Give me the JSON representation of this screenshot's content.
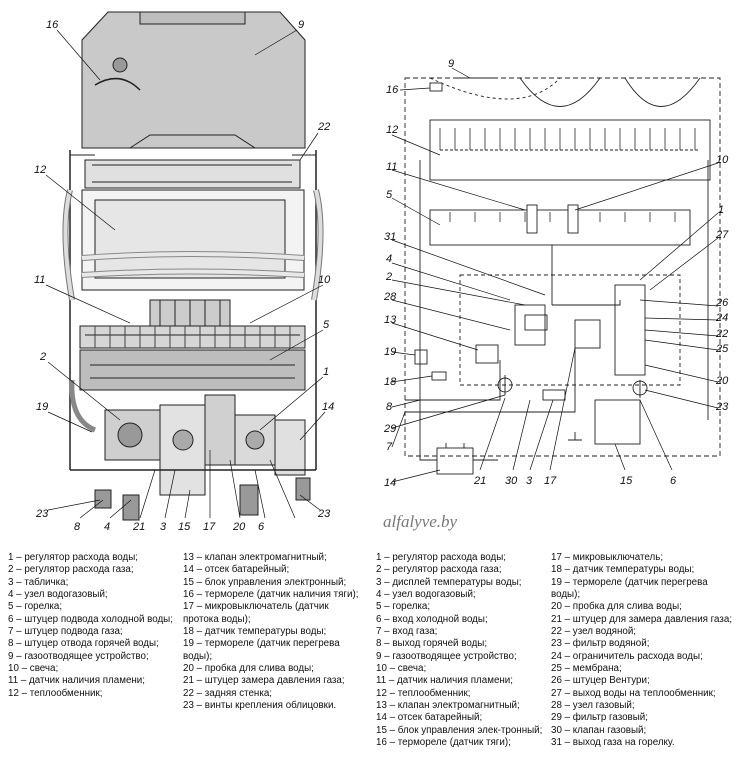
{
  "watermark": "alfalyve.by",
  "left_callouts": [
    "16",
    "9",
    "22",
    "12",
    "11",
    "10",
    "5",
    "2",
    "1",
    "19",
    "14",
    "23",
    "8",
    "4",
    "21",
    "3",
    "15",
    "17",
    "20",
    "6",
    "23"
  ],
  "right_callouts": [
    "9",
    "16",
    "12",
    "11",
    "10",
    "5",
    "1",
    "27",
    "31",
    "4",
    "2",
    "28",
    "26",
    "24",
    "13",
    "22",
    "19",
    "25",
    "18",
    "8",
    "20",
    "23",
    "7",
    "29",
    "14",
    "21",
    "30",
    "3",
    "17",
    "15",
    "6"
  ],
  "left_legend": {
    "col1": [
      "1 – регулятор расхода воды;",
      "2 – регулятор расхода газа;",
      "3 – табличка;",
      "4 – узел водогазовый;",
      "5 – горелка;",
      "6 – штуцер подвода холодной воды;",
      "7 – штуцер подвода газа;",
      "8 – штуцер отвода горячей воды;",
      "9 – газоотводящее устройство;",
      "10 – свеча;",
      "11 – датчик наличия пламени;",
      "12 – теплообменник;"
    ],
    "col2": [
      "13 – клапан электромагнитный;",
      "14 – отсек батарейный;",
      "15 – блок управления электронный;",
      "16 – термореле (датчик наличия тяги);",
      "17 – микровыключатель (датчик протока воды);",
      "18 – датчик температуры воды;",
      "19 – термореле (датчик перегрева воды);",
      "20 – пробка для слива воды;",
      "21 – штуцер замера давления газа;",
      "22 – задняя стенка;",
      "23 – винты крепления облицовки."
    ]
  },
  "right_legend": {
    "col3": [
      "1 – регулятор расхода воды;",
      "2 – регулятор расхода газа;",
      "3 – дисплей температуры воды;",
      "4 – узел водогазовый;",
      "5 – горелка;",
      "6 – вход холодной воды;",
      "7 – вход газа;",
      "8 – выход горячей воды;",
      "9 – газоотводящее устройство;",
      "10 – свеча;",
      "11 – датчик наличия пламени;",
      "12 – теплообменник;",
      "13 – клапан электромагнитный;",
      "14 – отсек батарейный;",
      "15 – блок управления элек-тронный;",
      "16 – термореле (датчик тяги);"
    ],
    "col4": [
      "17 – микровыключатель;",
      "18 – датчик температуры воды;",
      "19 – термореле (датчик перегрева воды);",
      "20 – пробка для слива воды;",
      "21 – штуцер для замера давления газа;",
      "22 – узел водяной;",
      "23 – фильтр водяной;",
      "24 – ограничитель расхода воды;",
      "25 – мембрана;",
      "26 – штуцер Вентури;",
      "27 – выход воды на теплообменник;",
      "28 – узел газовый;",
      "29 – фильтр газовый;",
      "30 – клапан газовый;",
      "31 – выход газа на горелку."
    ]
  }
}
